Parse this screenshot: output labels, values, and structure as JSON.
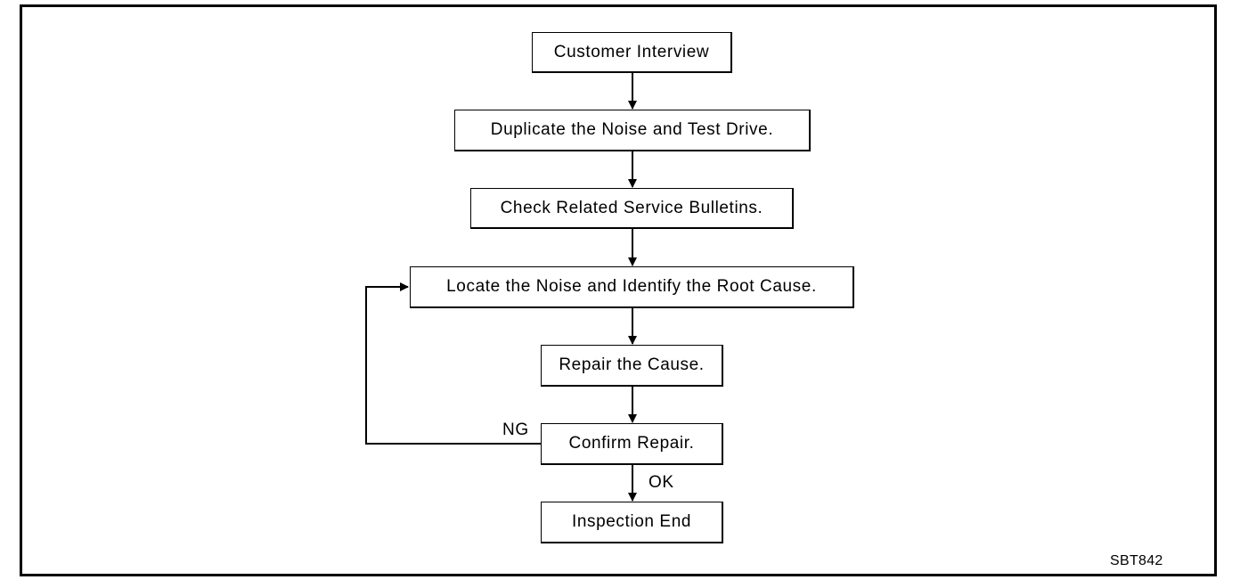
{
  "steps": [
    "Customer Interview",
    "Duplicate the Noise and Test Drive.",
    "Check Related Service Bulletins.",
    "Locate the Noise and Identify the Root Cause.",
    "Repair the Cause.",
    "Confirm Repair.",
    "Inspection End"
  ],
  "branch_labels": {
    "ng": "NG",
    "ok": "OK"
  },
  "figure_code": "SBT842"
}
